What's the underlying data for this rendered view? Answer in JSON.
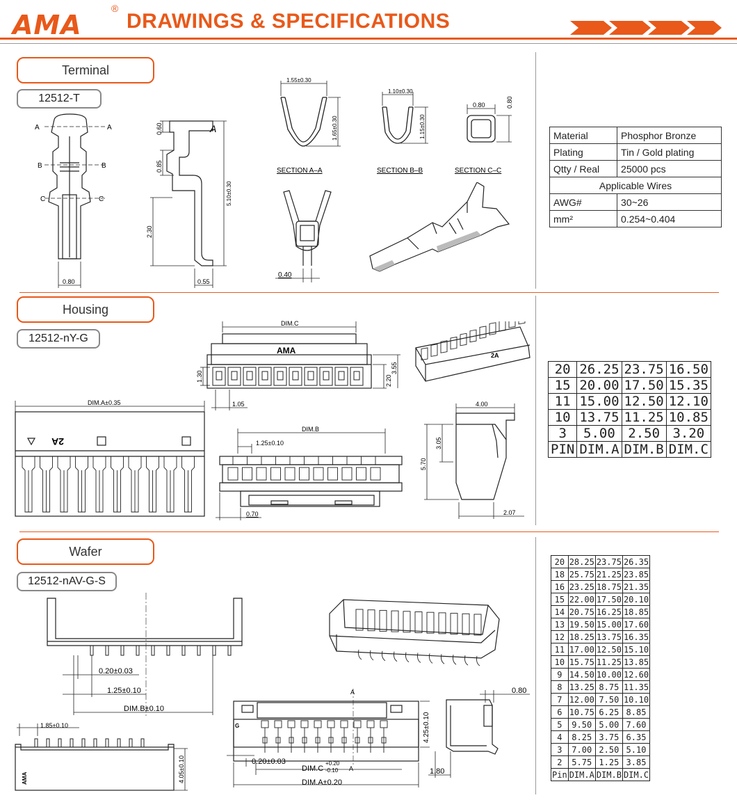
{
  "header": {
    "brand": "AMA",
    "registered": "®",
    "title": "DRAWINGS & SPECIFICATIONS"
  },
  "terminal": {
    "section_label": "Terminal",
    "part_number": "12512-T",
    "section_labels": {
      "a": "SECTION A–A",
      "b": "SECTION B–B",
      "c": "SECTION C–C"
    },
    "dims": {
      "sec_a_width": "1.55±0.30",
      "sec_a_height": "1.65±0.30",
      "sec_b_width": "1.10±0.30",
      "sec_b_height": "1.15±0.30",
      "sec_c_width": "0.80",
      "sec_c_height": "0.80",
      "side_top": "0.60",
      "side_mid": "0.85",
      "side_low": "2.30",
      "side_total": "5.10±0.30",
      "side_bottom": "0.55",
      "front_bottom": "0.80",
      "iso_gap": "0.40"
    },
    "front_markers": {
      "a": "A",
      "b": "B",
      "c": "C"
    },
    "spec": {
      "rows": [
        {
          "label": "Material",
          "value": "Phosphor Bronze"
        },
        {
          "label": "Plating",
          "value": "Tin / Gold plating"
        },
        {
          "label": "Qtty / Real",
          "value": "25000 pcs"
        }
      ],
      "wires_title": "Applicable Wires",
      "wire_rows": [
        {
          "label": "AWG#",
          "value": "30~26"
        },
        {
          "label": "mm²",
          "value": "0.254~0.404"
        }
      ]
    }
  },
  "housing": {
    "section_label": "Housing",
    "part_number": "12512-nY-G",
    "dims": {
      "dim_c": "DIM.C",
      "logo_text": "AMA",
      "h130": "1.30",
      "h220": "2.20",
      "h355": "3.55",
      "w105": "1.05",
      "dim_a": "DIM.A±0.35",
      "face_text": "2A",
      "dim_b": "DIM.B",
      "pitch": "1.25±0.10",
      "w070": "0.70",
      "w400": "4.00",
      "h305": "3.05",
      "h570": "5.70",
      "w207": "2.07",
      "iso_mark": "2A"
    },
    "table": {
      "header": [
        "PIN",
        "DIM.A",
        "DIM.B",
        "DIM.C"
      ],
      "rows": [
        [
          "20",
          "26.25",
          "23.75",
          "16.50"
        ],
        [
          "15",
          "20.00",
          "17.50",
          "15.35"
        ],
        [
          "11",
          "15.00",
          "12.50",
          "12.10"
        ],
        [
          "10",
          "13.75",
          "11.25",
          "10.85"
        ],
        [
          "3",
          "5.00",
          "2.50",
          "3.20"
        ]
      ]
    }
  },
  "wafer": {
    "section_label": "Wafer",
    "part_number": "12512-nAV-G-S",
    "dims": {
      "pin_w": "0.20±0.03",
      "pitch": "1.25±0.10",
      "dim_b": "DIM.B±0.10",
      "pitch2": "1.85±0.10",
      "h405": "4.05±0.10",
      "side_label": "AMA",
      "pin_w2": "0.20±0.03",
      "dim_c": "DIM.C",
      "dim_c_tol_plus": "+0.20",
      "dim_c_tol_minus": "-0.10",
      "dim_a": "DIM.A±0.20",
      "h425": "4.25±0.10",
      "mark_a": "A",
      "mark_a2": "A",
      "mark_g": "G",
      "w080": "0.80",
      "w180": "1.80"
    },
    "table": {
      "header": [
        "Pin",
        "DIM.A",
        "DIM.B",
        "DIM.C"
      ],
      "rows": [
        [
          "20",
          "28.25",
          "23.75",
          "26.35"
        ],
        [
          "18",
          "25.75",
          "21.25",
          "23.85"
        ],
        [
          "16",
          "23.25",
          "18.75",
          "21.35"
        ],
        [
          "15",
          "22.00",
          "17.50",
          "20.10"
        ],
        [
          "14",
          "20.75",
          "16.25",
          "18.85"
        ],
        [
          "13",
          "19.50",
          "15.00",
          "17.60"
        ],
        [
          "12",
          "18.25",
          "13.75",
          "16.35"
        ],
        [
          "11",
          "17.00",
          "12.50",
          "15.10"
        ],
        [
          "10",
          "15.75",
          "11.25",
          "13.85"
        ],
        [
          "9",
          "14.50",
          "10.00",
          "12.60"
        ],
        [
          "8",
          "13.25",
          "8.75",
          "11.35"
        ],
        [
          "7",
          "12.00",
          "7.50",
          "10.10"
        ],
        [
          "6",
          "10.75",
          "6.25",
          "8.85"
        ],
        [
          "5",
          "9.50",
          "5.00",
          "7.60"
        ],
        [
          "4",
          "8.25",
          "3.75",
          "6.35"
        ],
        [
          "3",
          "7.00",
          "2.50",
          "5.10"
        ],
        [
          "2",
          "5.75",
          "1.25",
          "3.85"
        ]
      ]
    }
  },
  "colors": {
    "accent": "#e8591a",
    "line": "#222222",
    "gray": "#888888"
  }
}
